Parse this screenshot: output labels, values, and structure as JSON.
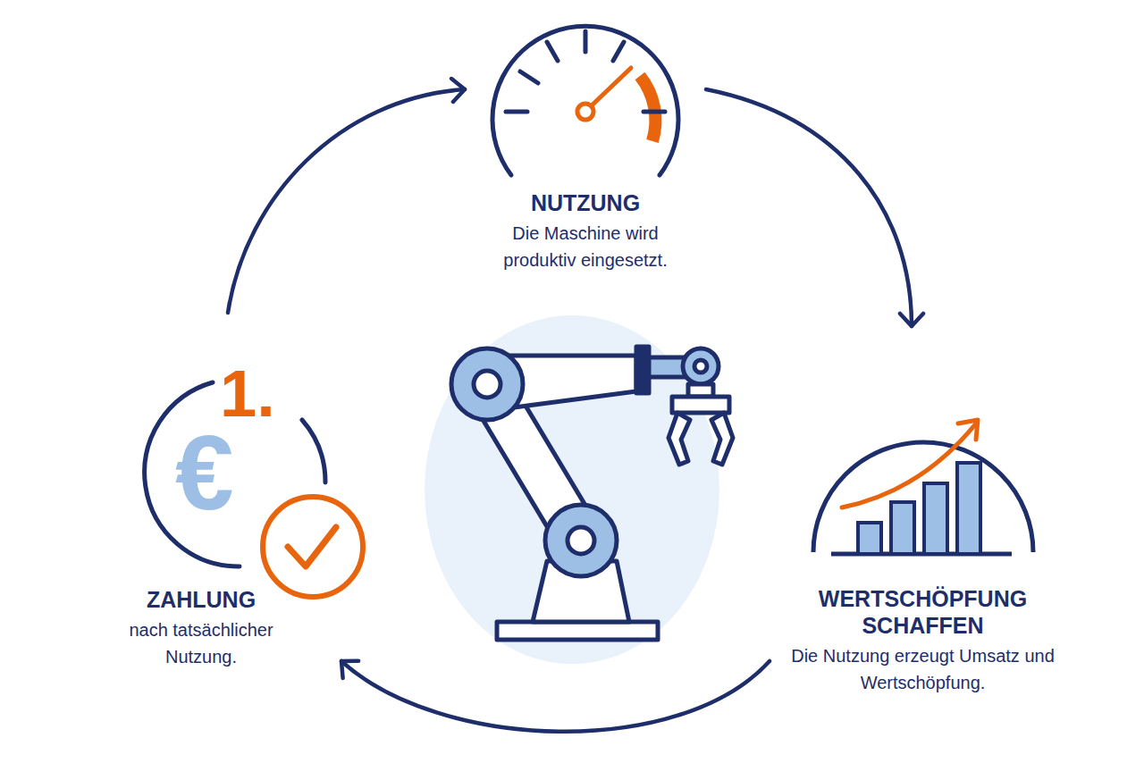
{
  "diagram": {
    "nodes": [
      {
        "text": [
          "NUTZUNG",
          "Die Maschine wird produktiv eingesetzt."
        ]
      },
      {
        "text": [
          "WERTSCHÖPFUNG SCHAFFEN",
          "Die Nutzung erzeugt Umsatz und Wertschöpfung."
        ]
      },
      {
        "text": [
          "ZAHLUNG",
          "nach tatsächlicher Nutzung."
        ]
      }
    ],
    "edges": [
      {
        "from": 0,
        "to": 1,
        "arrow": "to"
      },
      {
        "from": 1,
        "to": 2,
        "arrow": "to"
      },
      {
        "from": 2,
        "to": 0,
        "arrow": "to"
      }
    ],
    "labels": [
      "1.",
      "€"
    ]
  }
}
